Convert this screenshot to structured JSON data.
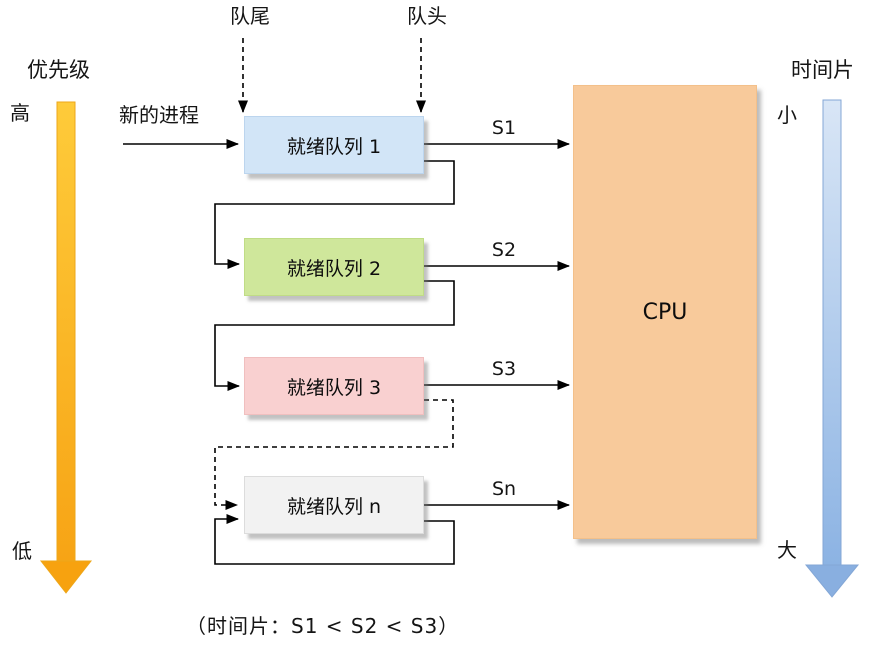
{
  "left_axis": {
    "label": "优先级",
    "top_end": "高",
    "bottom_end": "低",
    "color_top": "#fecb3a",
    "color_bottom": "#f7a415"
  },
  "right_axis": {
    "label": "时间片",
    "top_end": "小",
    "bottom_end": "大",
    "color_top": "#d9e6f6",
    "color_bottom": "#8cb3e3"
  },
  "queue_pointers": {
    "tail": "队尾",
    "head": "队头"
  },
  "new_process": {
    "label": "新的进程"
  },
  "queues": [
    {
      "label": "就绪队列 1",
      "slice": "S1",
      "color": "#d2e5f7"
    },
    {
      "label": "就绪队列 2",
      "slice": "S2",
      "color": "#cfe79b"
    },
    {
      "label": "就绪队列 3",
      "slice": "S3",
      "color": "#f9d0d0"
    },
    {
      "label": "就绪队列 n",
      "slice": "Sn",
      "color": "#f2f2f2"
    }
  ],
  "cpu": {
    "label": "CPU",
    "color": "#f8ca9b"
  },
  "caption": "（时间片：S1 < S2 < S3）",
  "line_color": "#000000"
}
